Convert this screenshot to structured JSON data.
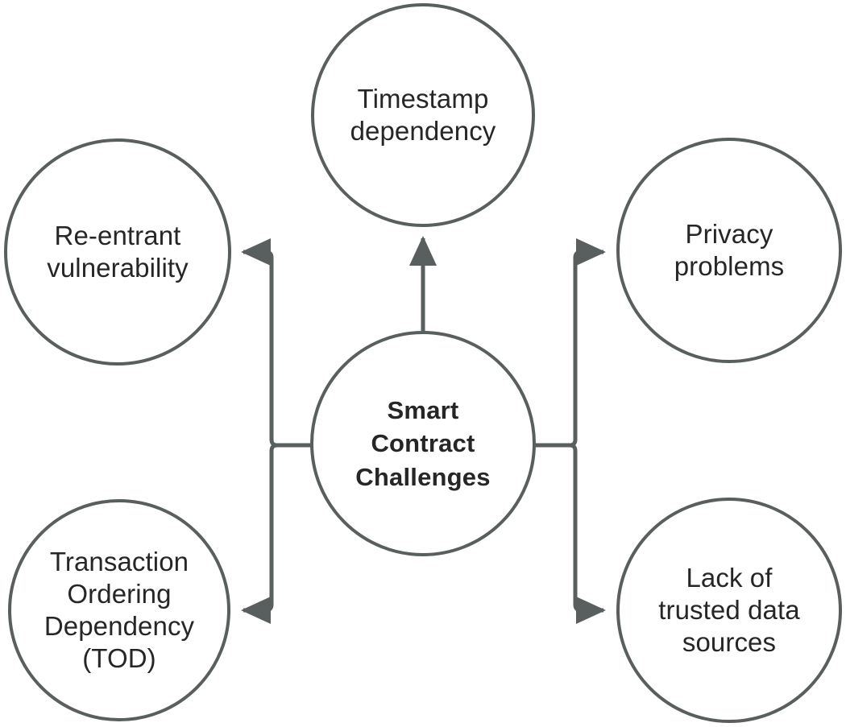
{
  "diagram": {
    "title": "Smart Contract Challenges",
    "type": "hub-and-spoke radial diagram",
    "background_color": "#ffffff",
    "stroke_color": "#595e5e",
    "text_color": "#262626",
    "center": {
      "id": "smart-contract-challenges",
      "label": "Smart\nContract\nChallenges",
      "label_plain": "Smart Contract Challenges",
      "shape": "circle",
      "bold": true
    },
    "nodes": [
      {
        "id": "timestamp-dependency",
        "label": "Timestamp\ndependency",
        "label_plain": "Timestamp dependency",
        "shape": "circle",
        "position": "top"
      },
      {
        "id": "re-entrant-vulnerability",
        "label": "Re-entrant\nvulnerability",
        "label_plain": "Re-entrant vulnerability",
        "shape": "circle",
        "position": "top-left"
      },
      {
        "id": "transaction-ordering-dependency",
        "label": "Transaction\nOrdering\nDependency\n(TOD)",
        "label_plain": "Transaction Ordering Dependency (TOD)",
        "shape": "circle",
        "position": "bottom-left"
      },
      {
        "id": "privacy-problems",
        "label": "Privacy\nproblems",
        "label_plain": "Privacy problems",
        "shape": "circle",
        "position": "top-right"
      },
      {
        "id": "lack-of-trusted-data-sources",
        "label": "Lack of\ntrusted data\nsources",
        "label_plain": "Lack of trusted data sources",
        "shape": "circle",
        "position": "bottom-right"
      }
    ],
    "connectors": [
      {
        "id": "center-to-timestamp",
        "from": "smart-contract-challenges",
        "to": "timestamp-dependency",
        "style": "straight",
        "arrowhead": "end"
      },
      {
        "id": "center-to-re-entrant",
        "from": "smart-contract-challenges",
        "to": "re-entrant-vulnerability",
        "style": "elbow",
        "arrowhead": "end"
      },
      {
        "id": "center-to-tod",
        "from": "smart-contract-challenges",
        "to": "transaction-ordering-dependency",
        "style": "elbow",
        "arrowhead": "end"
      },
      {
        "id": "center-to-privacy",
        "from": "smart-contract-challenges",
        "to": "privacy-problems",
        "style": "elbow",
        "arrowhead": "end"
      },
      {
        "id": "center-to-trusted-data",
        "from": "smart-contract-challenges",
        "to": "lack-of-trusted-data-sources",
        "style": "elbow",
        "arrowhead": "end"
      }
    ]
  }
}
